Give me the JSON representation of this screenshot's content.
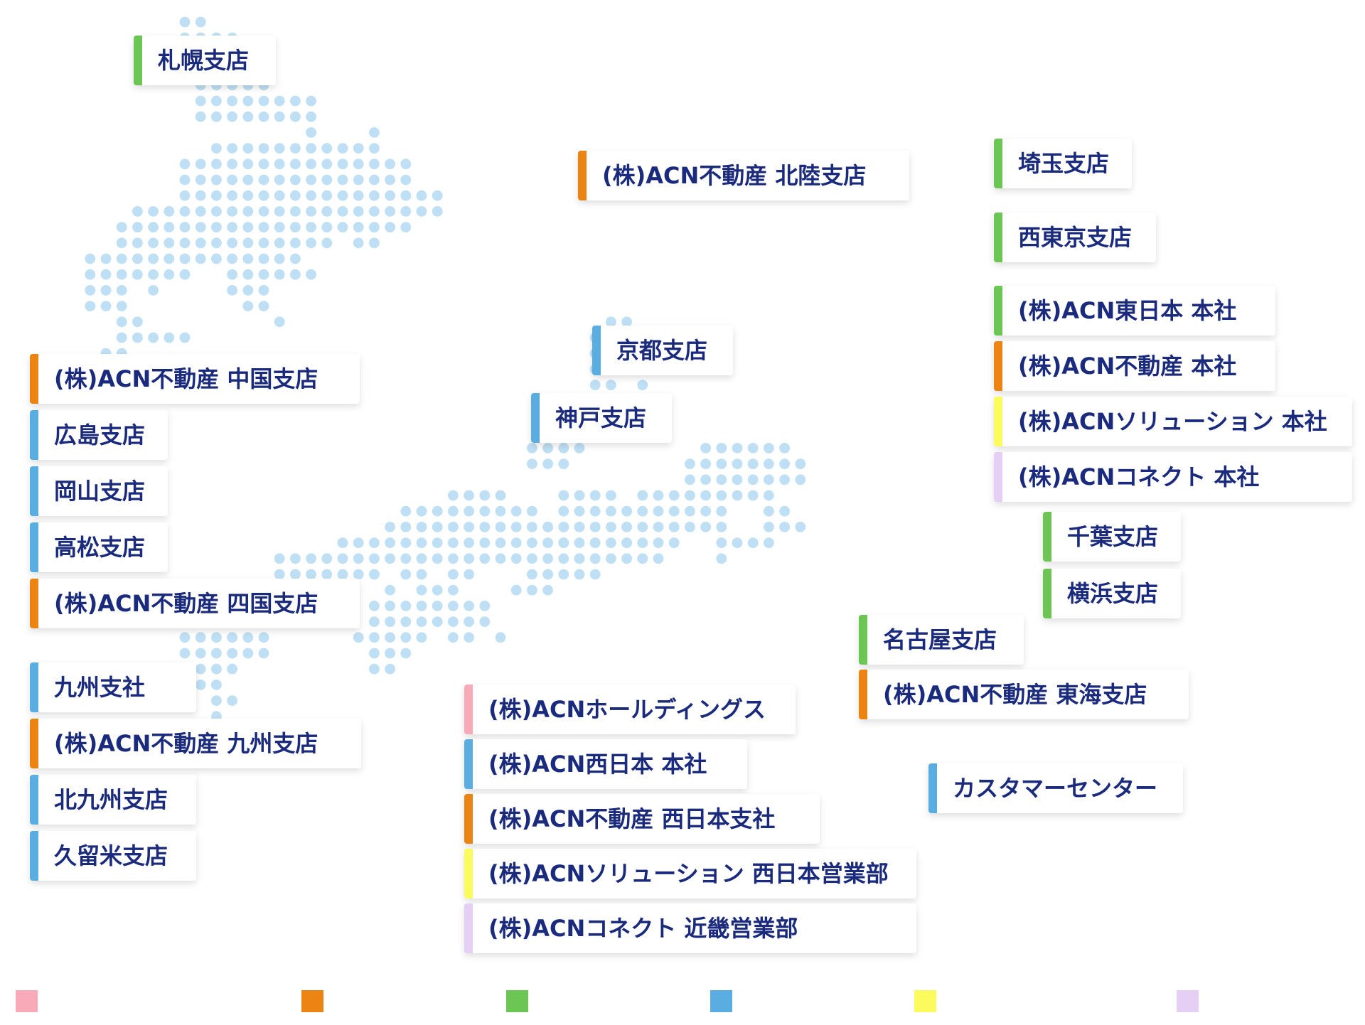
{
  "colors": {
    "pink": "#f9aab8",
    "orange": "#ec8414",
    "green": "#6cc654",
    "blue": "#5aade0",
    "yellow": "#fbfb5e",
    "purple": "#e5cff5",
    "map_dot": "#bfdff4",
    "label_text": "#1a2a7c"
  },
  "labels": {
    "sapporo": "札幌支店",
    "fudosan_hokuriku": "(株)ACN不動産 北陸支店",
    "saitama": "埼玉支店",
    "nishi_tokyo": "西東京支店",
    "higashi_nihon_honsha": "(株)ACN東日本 本社",
    "fudosan_honsha": "(株)ACN不動産 本社",
    "solution_honsha": "(株)ACNソリューション 本社",
    "connect_honsha": "(株)ACNコネクト 本社",
    "chiba": "千葉支店",
    "yokohama": "横浜支店",
    "kyoto": "京都支店",
    "kobe": "神戸支店",
    "fudosan_chugoku": "(株)ACN不動産 中国支店",
    "hiroshima": "広島支店",
    "okayama": "岡山支店",
    "takamatsu": "高松支店",
    "fudosan_shikoku": "(株)ACN不動産 四国支店",
    "kyushu_shisha": "九州支社",
    "fudosan_kyushu": "(株)ACN不動産  九州支店",
    "kita_kyushu": "北九州支店",
    "kurume": "久留米支店",
    "nagoya": "名古屋支店",
    "fudosan_tokai": "(株)ACN不動産 東海支店",
    "holdings": "(株)ACNホールディングス",
    "nishi_nihon_honsha": "(株)ACN西日本 本社",
    "fudosan_nishi_nihon": "(株)ACN不動産 西日本支社",
    "solution_nishi_nihon": "(株)ACNソリューション 西日本営業部",
    "connect_kinki": "(株)ACNコネクト 近畿営業部",
    "customer_center": "カスタマーセンター"
  },
  "legend": [
    "pink",
    "orange",
    "green",
    "blue",
    "yellow",
    "purple"
  ]
}
